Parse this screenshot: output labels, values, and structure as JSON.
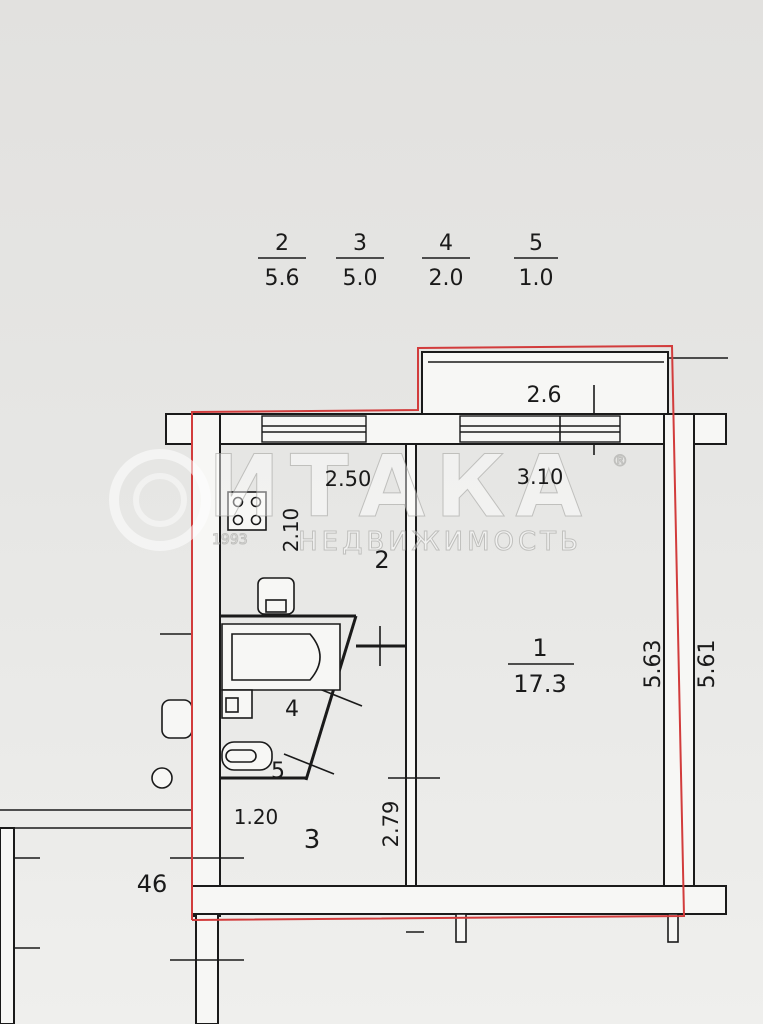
{
  "legend": [
    {
      "room": "2",
      "area": "5.6"
    },
    {
      "room": "3",
      "area": "5.0"
    },
    {
      "room": "4",
      "area": "2.0"
    },
    {
      "room": "5",
      "area": "1.0"
    }
  ],
  "dimensions": {
    "balcony_width": "2.6",
    "kitchen_width": "2.50",
    "kitchen_depth": "2.10",
    "room_width": "3.10",
    "room_depth_inner": "5.63",
    "room_depth_outer": "5.61",
    "hall_width": "1.20",
    "hall_length": "2.79",
    "neighbor_label": "46"
  },
  "rooms": {
    "room1_number": "1",
    "room1_area": "17.3",
    "kitchen_number": "2",
    "hall_number": "3",
    "bath_number": "4",
    "toilet_number": "5"
  },
  "watermark": {
    "brand": "ИТАКА",
    "tagline": "НЕДВИЖИМОСТЬ",
    "year": "1993",
    "mark": "®"
  },
  "colors": {
    "outline": "#d23c3c",
    "ink": "#1a1a1a",
    "paper": "#dcdcda"
  }
}
